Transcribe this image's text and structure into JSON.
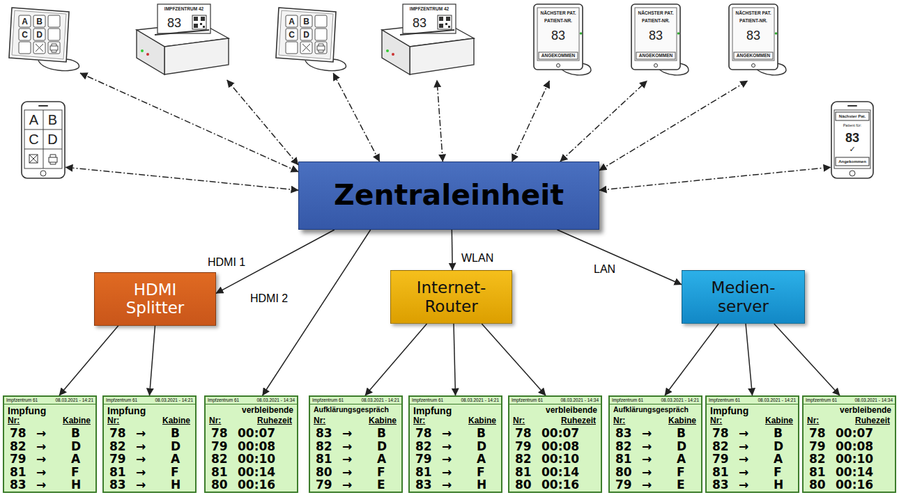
{
  "diagram": {
    "nodes": [
      {
        "text": [
          "A",
          "B",
          "C",
          "D"
        ]
      },
      {
        "text": [
          "IMPFZENTRUM 42",
          "83"
        ]
      },
      {
        "text": [
          "A",
          "B",
          "C",
          "D"
        ]
      },
      {
        "text": [
          "IMPFZENTRUM 42",
          "83"
        ]
      },
      {
        "text": [
          "NÄCHSTER PAT.",
          "PATIENT-NR.",
          "83",
          "ANGEKOMMEN"
        ]
      },
      {
        "text": [
          "NÄCHSTER PAT.",
          "PATIENT-NR.",
          "83",
          "ANGEKOMMEN"
        ]
      },
      {
        "text": [
          "NÄCHSTER PAT.",
          "PATIENT-NR.",
          "83",
          "ANGEKOMMEN"
        ]
      },
      {
        "text": [
          "A",
          "B",
          "C",
          "D"
        ]
      },
      {
        "text": [
          "Zentraleinheit"
        ]
      },
      {
        "text": [
          "Nächster Pat.",
          "Patient für:",
          "83",
          "✓",
          "Angekommen"
        ]
      },
      {
        "text": [
          "HDMI Splitter"
        ]
      },
      {
        "text": [
          "Internet-Router"
        ]
      },
      {
        "text": [
          "Medien-server"
        ]
      },
      {
        "text": [
          "Impfzentrum 61",
          "08.03.2021 - 14:21",
          "Impfung",
          "Nr:",
          "Kabine",
          "78",
          "→",
          "B",
          "82",
          "→",
          "D",
          "79",
          "→",
          "A",
          "81",
          "→",
          "F",
          "83",
          "→",
          "H"
        ]
      },
      {
        "text": [
          "Impfzentrum 61",
          "08.03.2021 - 14:21",
          "Impfung",
          "Nr:",
          "Kabine",
          "78",
          "→",
          "B",
          "82",
          "→",
          "D",
          "79",
          "→",
          "A",
          "81",
          "→",
          "F",
          "83",
          "→",
          "H"
        ]
      },
      {
        "text": [
          "Impfzentrum 61",
          "08.03.2021 - 14:34",
          "verbleibende",
          "Nr:",
          "Ruhezeit",
          "78",
          "00:07",
          "79",
          "00:08",
          "82",
          "00:10",
          "81",
          "00:14",
          "80",
          "00:16"
        ]
      },
      {
        "text": [
          "Impfzentrum 61",
          "08.03.2021 - 14:21",
          "Aufklärungsgespräch",
          "Nr:",
          "Kabine",
          "83",
          "→",
          "B",
          "82",
          "→",
          "D",
          "81",
          "→",
          "A",
          "80",
          "→",
          "F",
          "79",
          "→",
          "E"
        ]
      },
      {
        "text": [
          "Impfzentrum 61",
          "08.03.2021 - 14:21",
          "Impfung",
          "Nr:",
          "Kabine",
          "78",
          "→",
          "B",
          "82",
          "→",
          "D",
          "79",
          "→",
          "A",
          "81",
          "→",
          "F",
          "83",
          "→",
          "H"
        ]
      },
      {
        "text": [
          "Impfzentrum 61",
          "08.03.2021 - 14:34",
          "verbleibende",
          "Nr:",
          "Ruhezeit",
          "78",
          "00:07",
          "79",
          "00:08",
          "82",
          "00:10",
          "81",
          "00:14",
          "80",
          "00:16"
        ]
      },
      {
        "text": [
          "Impfzentrum 61",
          "08.03.2021 - 14:21",
          "Aufklärungsgespräch",
          "Nr:",
          "Kabine",
          "83",
          "→",
          "B",
          "82",
          "→",
          "D",
          "81",
          "→",
          "A",
          "80",
          "→",
          "F",
          "79",
          "→",
          "E"
        ]
      },
      {
        "text": [
          "Impfzentrum 61",
          "08.03.2021 - 14:21",
          "Impfung",
          "Nr:",
          "Kabine",
          "78",
          "→",
          "B",
          "82",
          "→",
          "D",
          "79",
          "→",
          "A",
          "81",
          "→",
          "F",
          "83",
          "→",
          "H"
        ]
      },
      {
        "text": [
          "Impfzentrum 61",
          "08.03.2021 - 14:34",
          "verbleibende",
          "Nr:",
          "Ruhezeit",
          "78",
          "00:07",
          "79",
          "00:08",
          "82",
          "00:10",
          "81",
          "00:14",
          "80",
          "00:16"
        ]
      }
    ],
    "edges": [
      {
        "from": 8,
        "to": 0,
        "arrow": "both"
      },
      {
        "from": 8,
        "to": 1,
        "arrow": "both"
      },
      {
        "from": 8,
        "to": 2,
        "arrow": "both"
      },
      {
        "from": 8,
        "to": 3,
        "arrow": "both"
      },
      {
        "from": 8,
        "to": 4,
        "arrow": "both"
      },
      {
        "from": 8,
        "to": 5,
        "arrow": "both"
      },
      {
        "from": 8,
        "to": 6,
        "arrow": "both"
      },
      {
        "from": 8,
        "to": 7,
        "arrow": "both"
      },
      {
        "from": 8,
        "to": 9,
        "arrow": "both"
      },
      {
        "from": 8,
        "to": 10,
        "arrow": "to",
        "label": "HDMI 1"
      },
      {
        "from": 8,
        "to": 15,
        "arrow": "to",
        "label": "HDMI 2"
      },
      {
        "from": 8,
        "to": 11,
        "arrow": "to",
        "label": "WLAN"
      },
      {
        "from": 8,
        "to": 12,
        "arrow": "to",
        "label": "LAN"
      },
      {
        "from": 10,
        "to": 13,
        "arrow": "to"
      },
      {
        "from": 10,
        "to": 14,
        "arrow": "to"
      },
      {
        "from": 11,
        "to": 16,
        "arrow": "to"
      },
      {
        "from": 11,
        "to": 17,
        "arrow": "to"
      },
      {
        "from": 11,
        "to": 18,
        "arrow": "to"
      },
      {
        "from": 12,
        "to": 19,
        "arrow": "to"
      },
      {
        "from": 12,
        "to": 20,
        "arrow": "to"
      },
      {
        "from": 12,
        "to": 21,
        "arrow": "to"
      }
    ]
  }
}
